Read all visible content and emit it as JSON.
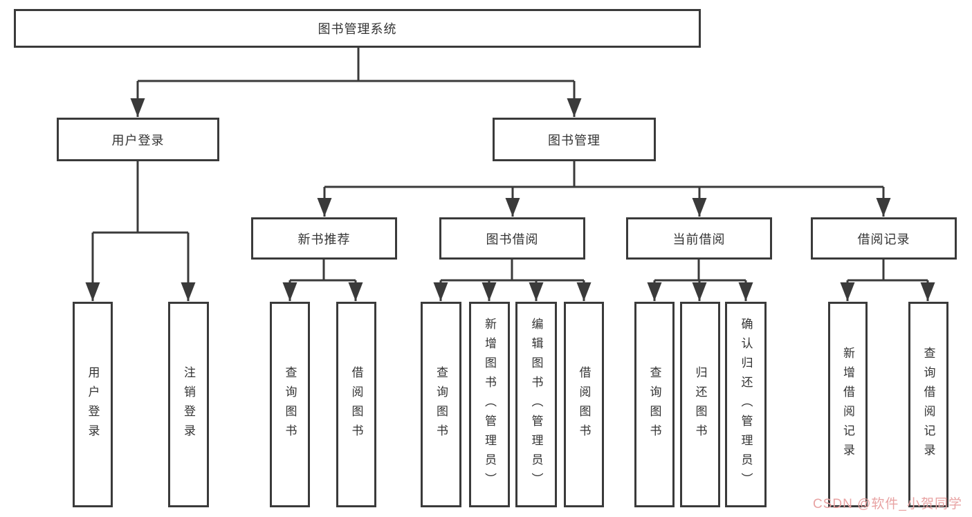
{
  "root": {
    "label": "图书管理系统"
  },
  "branches": {
    "login": {
      "label": "用户登录",
      "children": [
        "用户登录",
        "注销登录"
      ]
    },
    "management": {
      "label": "图书管理",
      "sections": [
        {
          "label": "新书推荐",
          "children": [
            "查询图书",
            "借阅图书"
          ]
        },
        {
          "label": "图书借阅",
          "children": [
            "查询图书",
            "新增图书（管理员）",
            "编辑图书（管理员）",
            "借阅图书"
          ]
        },
        {
          "label": "当前借阅",
          "children": [
            "查询图书",
            "归还图书",
            "确认归还（管理员）"
          ]
        },
        {
          "label": "借阅记录",
          "children": [
            "新增借阅记录",
            "查询借阅记录"
          ]
        }
      ]
    }
  },
  "watermark": {
    "text": "CSDN @软件_小贺同学"
  },
  "colors": {
    "line": "#3a3a3a",
    "text": "#333333",
    "watermark": "#e8a3a3",
    "background": "#ffffff"
  }
}
